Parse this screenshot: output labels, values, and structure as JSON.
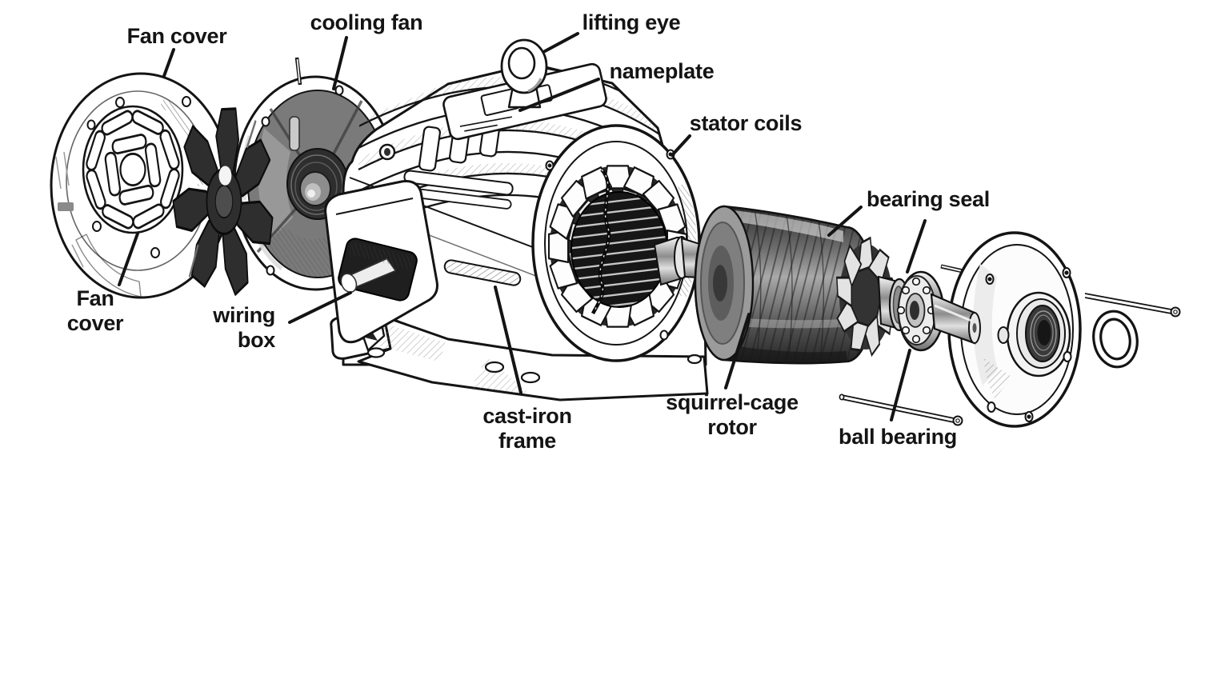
{
  "diagram": {
    "description": "Exploded-view line illustration of an electric motor with labeled parts",
    "labels": {
      "fan_cover_top": "Fan cover",
      "cooling_fan": "cooling fan",
      "lifting_eye": "lifting eye",
      "nameplate": "nameplate",
      "stator_coils": "stator coils",
      "bearing_seal": "bearing seal",
      "wiring_box": "wiring\nbox",
      "cast_iron_frame": "cast-iron\nframe",
      "squirrel_cage_rotor": "squirrel-cage\nrotor",
      "ball_bearing": "ball bearing",
      "fan_cover_bottom": "Fan\ncover"
    },
    "colors": {
      "ink": "#141414",
      "paper": "#ffffff",
      "fan_dark": "#2e2e2e",
      "housing_interior": "#777777",
      "rotor_dark": "#3a3a3a",
      "metal_light": "#e8e8e8"
    }
  }
}
